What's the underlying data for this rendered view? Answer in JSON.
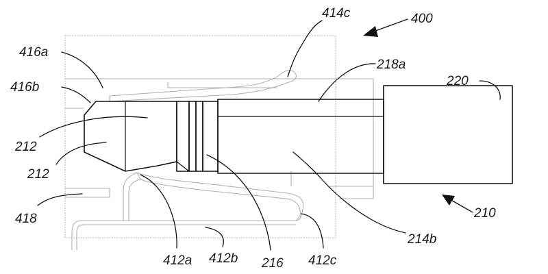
{
  "figure": {
    "labels": {
      "l400": "400",
      "l414c": "414c",
      "l416a": "416a",
      "l416b": "416b",
      "l218a": "218a",
      "l220": "220",
      "l212_upper": "212",
      "l212_lower": "212",
      "l418": "418",
      "l210": "210",
      "l214b": "214b",
      "l412a": "412a",
      "l412b": "412b",
      "l216": "216",
      "l412c": "412c"
    }
  }
}
